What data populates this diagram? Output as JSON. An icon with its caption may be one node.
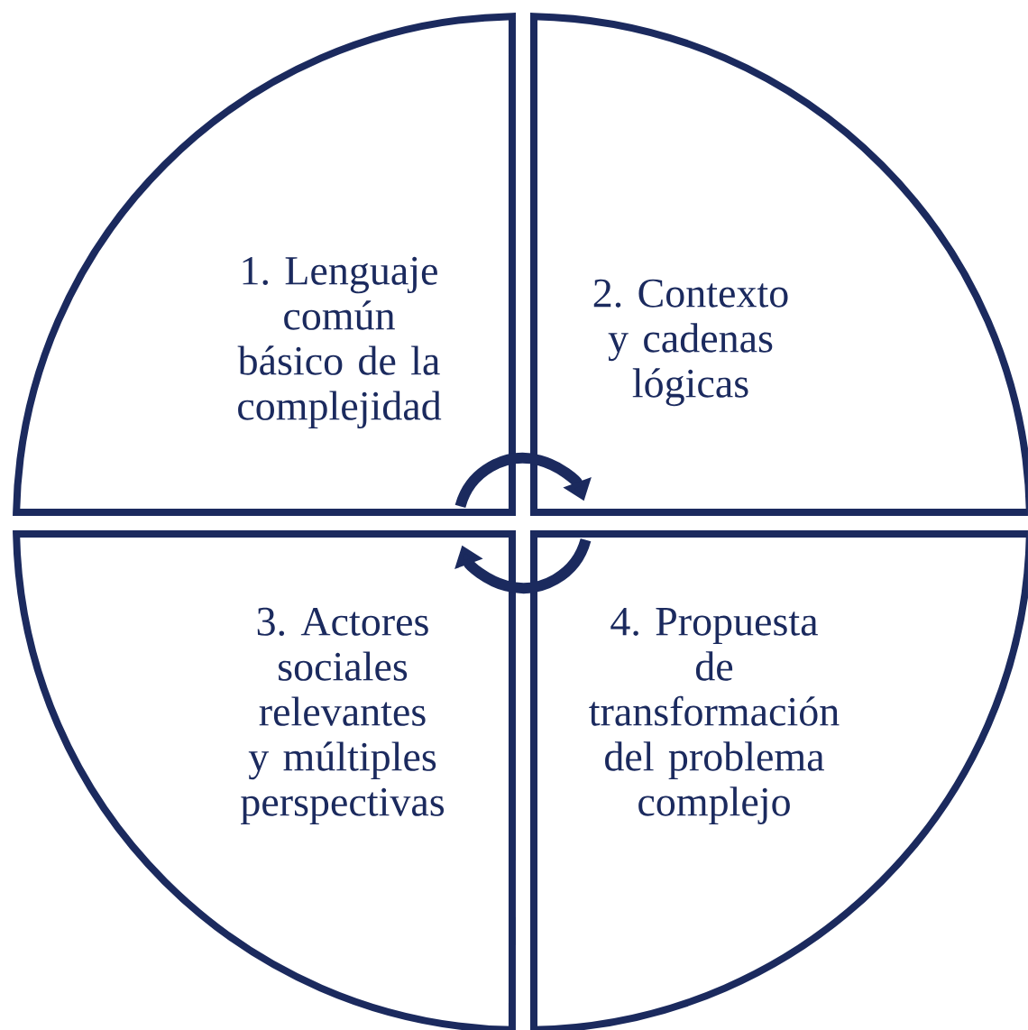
{
  "diagram": {
    "nodes": [
      {
        "text": [
          "1. Lenguaje común básico de la complejidad"
        ]
      },
      {
        "text": [
          "2. Contexto y cadenas lógicas"
        ]
      },
      {
        "text": [
          "3. Actores sociales relevantes y múltiples perspectivas"
        ]
      },
      {
        "text": [
          "4. Propuesta de transformación del problema complejo"
        ]
      }
    ],
    "edges": [
      {
        "from": 0,
        "to": 1,
        "arrow": "to"
      },
      {
        "from": 3,
        "to": 2,
        "arrow": "to"
      }
    ]
  }
}
